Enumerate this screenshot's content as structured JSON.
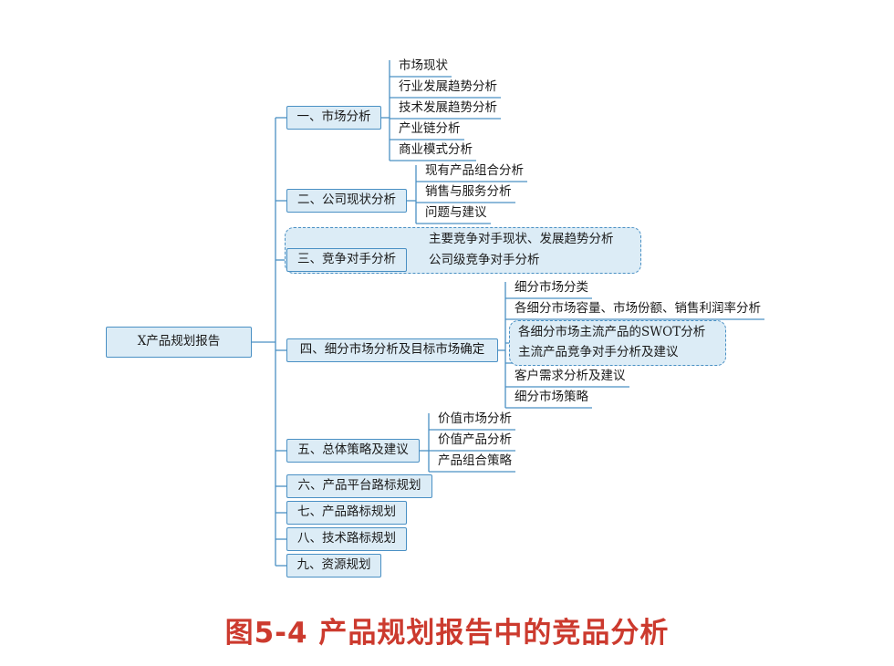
{
  "root": "X产品规划报告",
  "branches": [
    {
      "label": "一、市场分析",
      "children": [
        "市场现状",
        "行业发展趋势分析",
        "技术发展趋势分析",
        "产业链分析",
        "商业模式分析"
      ]
    },
    {
      "label": "二、公司现状分析",
      "children": [
        "现有产品组合分析",
        "销售与服务分析",
        "问题与建议"
      ]
    },
    {
      "label": "三、竞争对手分析",
      "children": [
        "主要竞争对手现状、发展趋势分析",
        "公司级竞争对手分析"
      ]
    },
    {
      "label": "四、细分市场分析及目标市场确定",
      "children": [
        "细分市场分类",
        "各细分市场容量、市场份额、销售利润率分析",
        "各细分市场主流产品的SWOT分析",
        "主流产品竞争对手分析及建议",
        "客户需求分析及建议",
        "细分市场策略"
      ]
    },
    {
      "label": "五、总体策略及建议",
      "children": [
        "价值市场分析",
        "价值产品分析",
        "产品组合策略"
      ]
    },
    {
      "label": "六、产品平台路标规划",
      "children": []
    },
    {
      "label": "七、产品路标规划",
      "children": []
    },
    {
      "label": "八、技术路标规划",
      "children": []
    },
    {
      "label": "九、资源规划",
      "children": []
    }
  ],
  "caption": "图5-4 产品规划报告中的竞品分析",
  "colors": {
    "line": "#4a90c4",
    "box_fill": "#dcecf6",
    "caption": "#cc3a2e"
  }
}
